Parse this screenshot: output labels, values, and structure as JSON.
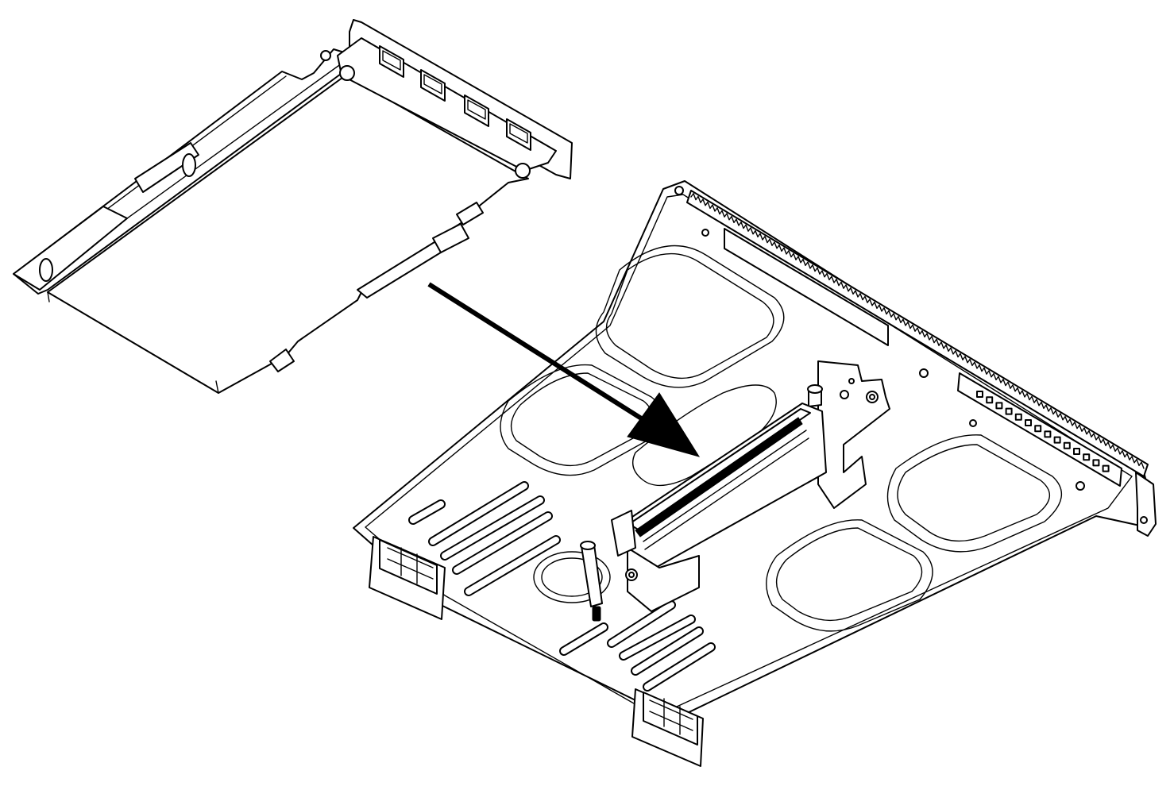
{
  "figure": {
    "type": "assembly-illustration",
    "components": [
      "riser-card",
      "riser-cage",
      "insertion-arrow"
    ],
    "colors": {
      "line": "#000000",
      "background": "#ffffff"
    }
  }
}
